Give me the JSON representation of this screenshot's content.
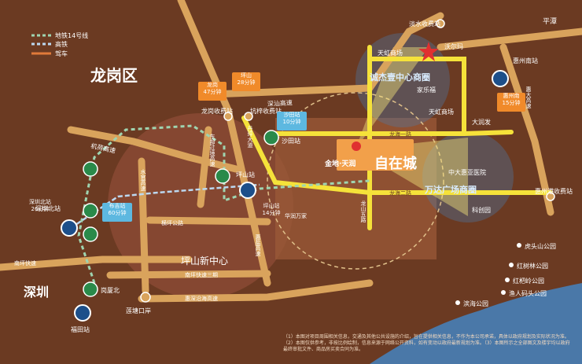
{
  "legend": {
    "metro14": "地铁14号线",
    "hsr": "高铁",
    "drive": "驾车"
  },
  "districts": {
    "longgang": "龙岗区",
    "shenzhen": "深圳",
    "pingshan_center": "坪山新中心"
  },
  "stations": {
    "longgang_station": "龙岗收费站",
    "kengzi": "坑梓收费站",
    "danshui": "淡水收费站",
    "pingtan": "平潭",
    "huizhou_south": "惠州南站",
    "huizhou_gang": "惠州港收费站",
    "shenzhen_north": "深圳北站",
    "futian": "福田站",
    "shatian": "沙田站",
    "pingshan": "坪山站",
    "bibei": "岗厦北",
    "lotus_pond": "莲塘口岸",
    "tianhong_top": "天虹商场",
    "tianhong_mid": "天虹商场",
    "walmart": "沃尔玛",
    "jialecheng": "家乐福",
    "darunfa": "大润发",
    "zhongda_hospital": "中大惠亚医院",
    "kechuang": "科创园",
    "huaruiwanjia": "华润万家",
    "pingshan_station_alt": "南坪快速三期"
  },
  "callouts": {
    "longgang_time": "龙岗\n47分钟",
    "pingshan_time": "坪山\n28分钟",
    "shatian_time": "沙田站\n10分钟",
    "huizhou_south_time": "惠州南\n15分钟",
    "szb_time": "深圳北站\n26分钟",
    "buji_time": "布吉站\n60分钟",
    "pingshan_station_time": "坪山站\n14分钟"
  },
  "roads": {
    "jihe": "机荷高速",
    "shuiguan": "水官高速",
    "dongbu": "东部过境高速",
    "shenshan": "深汕高速",
    "danping": "丹坪大道",
    "henghe": "横坪公路",
    "nanping": "南坪快速",
    "huishen": "惠深沿海高速",
    "huiyan": "惠盐高速",
    "huidaguan": "惠大高速",
    "longhai_1": "龙海一路",
    "longhai_2": "龙海二路",
    "longshan_5": "龙山五路"
  },
  "project": {
    "developer": "金地·天润",
    "name": "自在城"
  },
  "commerce": {
    "chengjie": "诚杰壹中心商圈",
    "wanda": "万达广场商圈"
  },
  "parks": {
    "hutou": "虎头山公园",
    "hongshulin": "红树林公园",
    "hongbi": "红杷岭公园",
    "yumatou": "渔人码头公园",
    "binhai": "滨海公园"
  },
  "footnote": "（1）本图对项目周围相关信息，交通及其他公共设施的介绍，旨在提供相关信息，不作为本公司承诺，具体以政府规划及实际状况为准。（2）本图仅供参考，非按比例绘制，信息来源于网络公开资料，如有变动以政府最新规划为准。（3）本图所示之全部图文及楼宇均以政府最终审批文件、商品房买卖合同为准。"
}
